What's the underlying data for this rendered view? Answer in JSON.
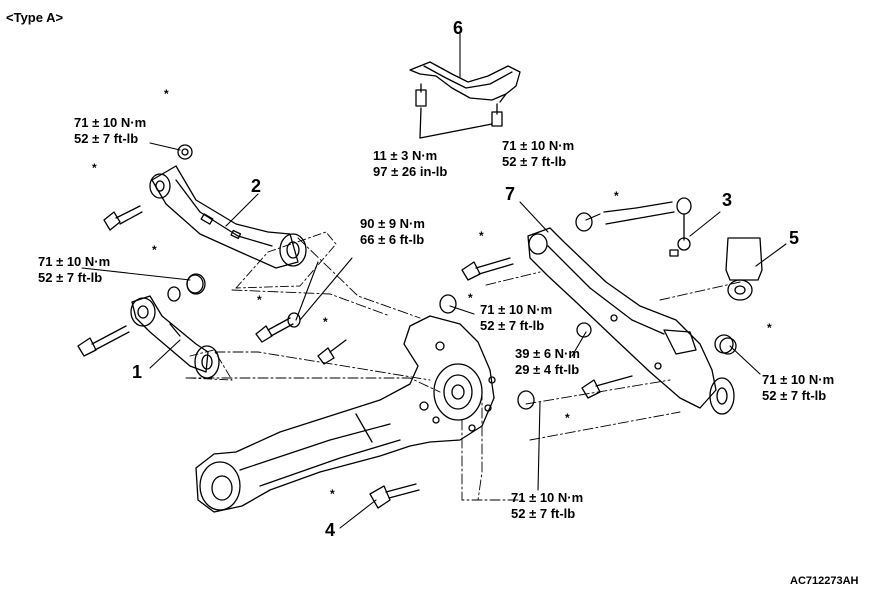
{
  "header": {
    "type_label": "<Type A>"
  },
  "parts": [
    "1",
    "2",
    "3",
    "4",
    "5",
    "6",
    "7"
  ],
  "torques": {
    "t1": {
      "nm": "71 ± 10 N·m",
      "imp": "52 ± 7 ft-lb"
    },
    "t2": {
      "nm": "71 ± 10 N·m",
      "imp": "52 ± 7 ft-lb"
    },
    "t3": {
      "nm": "11 ± 3 N·m",
      "imp": "97 ± 26 in-lb"
    },
    "t4": {
      "nm": "71 ± 10 N·m",
      "imp": "52 ± 7 ft-lb"
    },
    "t5": {
      "nm": "90 ± 9 N·m",
      "imp": "66 ± 6 ft-lb"
    },
    "t6": {
      "nm": "71 ± 10 N·m",
      "imp": "52 ± 7 ft-lb"
    },
    "t7": {
      "nm": "39 ± 6 N·m",
      "imp": "29 ± 4 ft-lb"
    },
    "t8": {
      "nm": "71 ± 10 N·m",
      "imp": "52 ± 7 ft-lb"
    },
    "t9": {
      "nm": "71 ± 10 N·m",
      "imp": "52 ± 7 ft-lb"
    }
  },
  "marker": "*",
  "footer": {
    "code": "AC712273AH"
  }
}
